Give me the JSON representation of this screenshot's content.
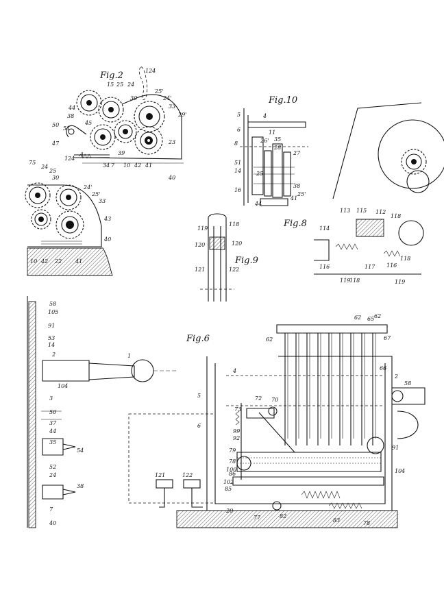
{
  "figures": {
    "fig2": "Fig.2",
    "fig10": "Fig.10",
    "fig8": "Fig.8",
    "fig9": "Fig.9",
    "fig6": "Fig.6"
  },
  "labels": {
    "fig2_top": [
      "124",
      "15",
      "25",
      "24",
      "30",
      "25'",
      "24'",
      "33",
      "29'",
      "44",
      "38",
      "51",
      "50",
      "47",
      "124",
      "45",
      "39",
      "7",
      "10",
      "42",
      "41",
      "34",
      "23",
      "40"
    ],
    "fig2_lower": [
      "75",
      "24",
      "25",
      "30",
      "24'",
      "25'",
      "33",
      "43",
      "40",
      "10",
      "42",
      "22",
      "41"
    ],
    "fig10": [
      "5",
      "6",
      "4",
      "8",
      "11",
      "35",
      "28",
      "26'",
      "27",
      "51",
      "14",
      "25",
      "16",
      "44",
      "41",
      "38",
      "25'"
    ],
    "fig9": [
      "119",
      "118",
      "120",
      "120",
      "121",
      "122"
    ],
    "fig8": [
      "113",
      "115",
      "112",
      "118",
      "114",
      "116",
      "117",
      "119",
      "118",
      "116",
      "118",
      "119"
    ],
    "fig6": [
      "62",
      "65",
      "62",
      "62",
      "67",
      "66",
      "2",
      "58",
      "4",
      "5",
      "6",
      "72",
      "70",
      "73",
      "99",
      "92",
      "79",
      "78",
      "86",
      "100",
      "102",
      "85",
      "121",
      "122",
      "20",
      "77",
      "82",
      "83",
      "78",
      "104",
      "91"
    ],
    "fig6_left": [
      "58",
      "105",
      "91",
      "53",
      "14",
      "2",
      "1",
      "104",
      "3",
      "50",
      "37",
      "44",
      "35",
      "54",
      "52",
      "24",
      "38",
      "7",
      "40"
    ]
  }
}
